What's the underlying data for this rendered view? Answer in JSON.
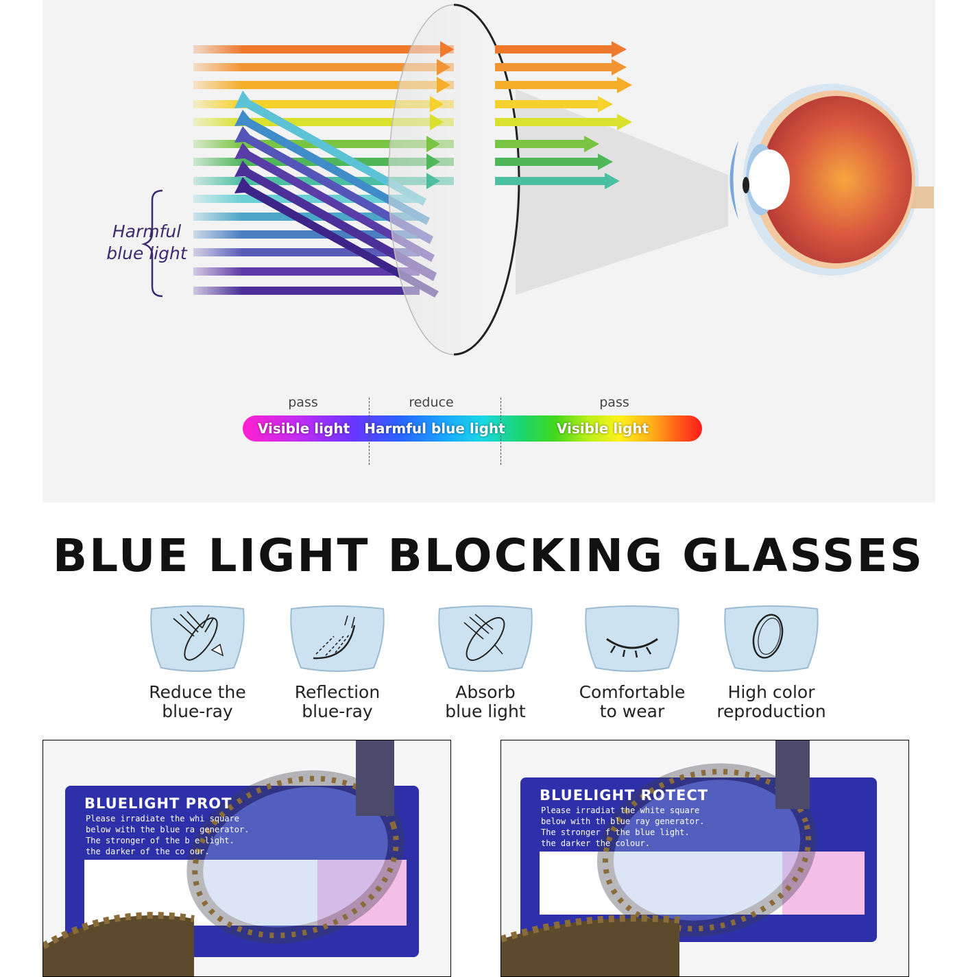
{
  "diagram": {
    "harmful_label": "Harmful\nblue light",
    "spectrum": {
      "captions": [
        "pass",
        "reduce",
        "pass"
      ],
      "segments": [
        "Visible light",
        "Harmful blue light",
        "Visible light"
      ]
    },
    "colors": {
      "panel_background": "#f3f3f3",
      "blue_light": "#4b2e98",
      "orange": "#f07b2a",
      "green": "#53b84a",
      "eye": "#c8473a"
    }
  },
  "title": "BLUE LIGHT BLOCKING GLASSES",
  "features": [
    {
      "icon": "lens-block-icon",
      "label": "Reduce the\nblue-ray"
    },
    {
      "icon": "lens-reflect-icon",
      "label": "Reflection\nblue-ray"
    },
    {
      "icon": "lens-absorb-icon",
      "label": "Absorb\nblue light"
    },
    {
      "icon": "closed-eye-icon",
      "label": "Comfortable\nto wear"
    },
    {
      "icon": "lens-clear-icon",
      "label": "High color\nreproduction"
    }
  ],
  "photos": [
    {
      "card_title": "BLUELIGHT PROT",
      "card_lines": [
        "Please irradiate the whi   square",
        "below with the blue ra  generator.",
        "The stronger of the b  e light.",
        "the darker of the co  our."
      ]
    },
    {
      "card_title": "BLUELIGHT  ROTECT",
      "card_lines": [
        "Please irradiat  the white square",
        "below with th  blue ray generator.",
        "The stronger  f the blue light.",
        "the darker   the colour."
      ]
    }
  ]
}
